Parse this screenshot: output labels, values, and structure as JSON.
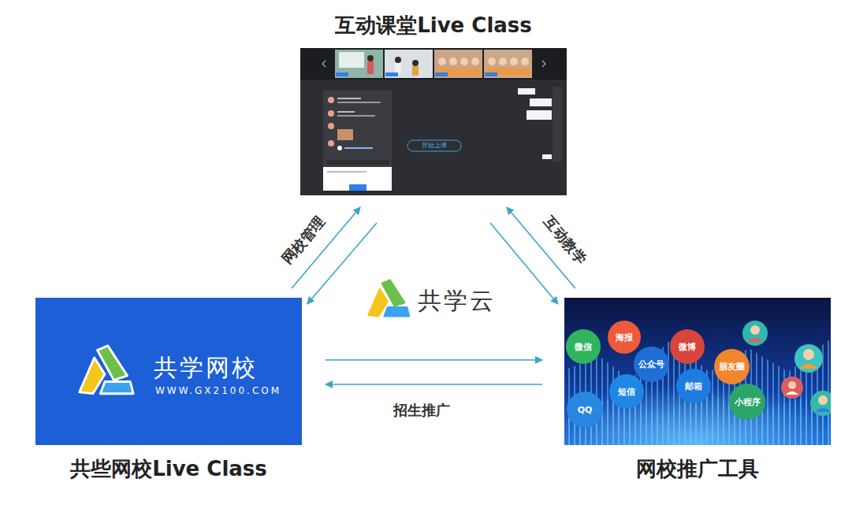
{
  "diagram": {
    "nodes": [
      {
        "text": [
          "互动课堂Live Class"
        ]
      },
      {
        "text": [
          "共学网校",
          "WWW.GX2100.COM",
          "共些网校Live Class"
        ]
      },
      {
        "text": [
          "网校推广工具"
        ]
      },
      {
        "text": [
          "海报"
        ],
        "in": 2
      },
      {
        "text": [
          "微信"
        ],
        "in": 2
      },
      {
        "text": [
          "微博"
        ],
        "in": 2
      },
      {
        "text": [
          "公众号"
        ],
        "in": 2
      },
      {
        "text": [
          "朋友圈"
        ],
        "in": 2
      },
      {
        "text": [
          "邮箱"
        ],
        "in": 2
      },
      {
        "text": [
          "短信"
        ],
        "in": 2
      },
      {
        "text": [
          "小程序"
        ],
        "in": 2
      },
      {
        "text": [
          "QQ"
        ],
        "in": 2
      }
    ],
    "edges": [
      {
        "from": 1,
        "to": 0,
        "arrow": "to",
        "label": "网校管理"
      },
      {
        "from": 0,
        "to": 1,
        "arrow": "to"
      },
      {
        "from": 2,
        "to": 0,
        "arrow": "to",
        "label": "互动教学"
      },
      {
        "from": 0,
        "to": 2,
        "arrow": "to"
      },
      {
        "from": 1,
        "to": 2,
        "arrow": "to"
      },
      {
        "from": 2,
        "to": 1,
        "arrow": "to",
        "label": "招生推广"
      }
    ],
    "labels": [
      "共学云",
      "开始上课"
    ]
  }
}
